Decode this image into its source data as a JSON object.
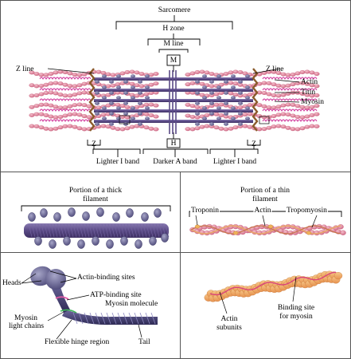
{
  "colors": {
    "actin": "#e0839a",
    "actin_dark": "#c9607c",
    "myosin": "#5a4a86",
    "myosin_dark": "#3e2f63",
    "titin": "#d0379a",
    "zline": "#8a5a2b",
    "border": "#444444"
  },
  "top": {
    "sarcomere": "Sarcomere",
    "h_zone": "H zone",
    "m_line": "M line",
    "m": "M",
    "h": "H",
    "z_line_left": "Z  line",
    "z_line_right": "Z  line",
    "actin": "Actin",
    "titin": "Titin",
    "myosin": "Myosin",
    "z_left": "Z",
    "z_right": "Z",
    "lighter_i_left": "Lighter I band",
    "darker_a": "Darker A band",
    "lighter_i_right": "Lighter I band"
  },
  "thick": {
    "title_line1": "Portion of a thick",
    "title_line2": "filament"
  },
  "thin": {
    "title_line1": "Portion of a thin",
    "title_line2": "filament",
    "troponin": "Troponin",
    "actin": "Actin",
    "tropomyosin": "Tropomyosin"
  },
  "molecule": {
    "heads": "Heads",
    "actin_binding": "Actin-binding sites",
    "atp_binding": "ATP-binding site",
    "myosin_molecule": "Myosin molecule",
    "light_chains_1": "Myosin",
    "light_chains_2": "light chains",
    "hinge": "Flexible hinge region",
    "tail": "Tail"
  },
  "actin_fil": {
    "subunits_1": "Actin",
    "subunits_2": "subunits",
    "binding_1": "Binding site",
    "binding_2": "for myosin"
  }
}
